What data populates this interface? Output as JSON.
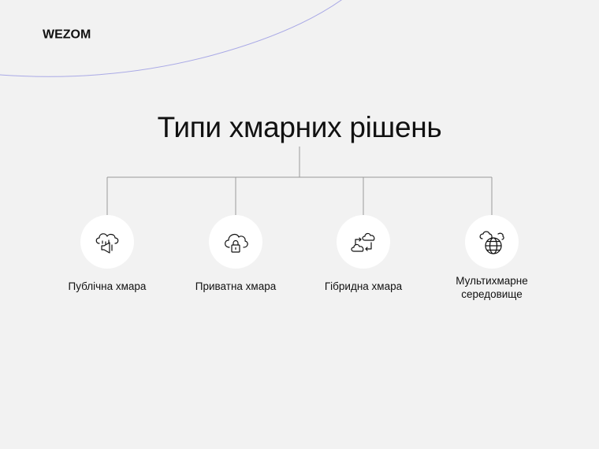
{
  "brand": {
    "logo_text": "WEZOM"
  },
  "title": "Типи хмарних рішень",
  "nodes": [
    {
      "label": "Публічна хмара",
      "icon": "cloud-megaphone-icon"
    },
    {
      "label": "Приватна хмара",
      "icon": "cloud-lock-icon"
    },
    {
      "label": "Гібридна хмара",
      "icon": "hybrid-cloud-icon"
    },
    {
      "label": "Мультихмарне середовище",
      "icon": "globe-cloud-icon"
    }
  ],
  "colors": {
    "background": "#f2f2f2",
    "arc": "#a9a9e6",
    "connector": "#999999",
    "circle": "#ffffff",
    "text": "#111111"
  }
}
